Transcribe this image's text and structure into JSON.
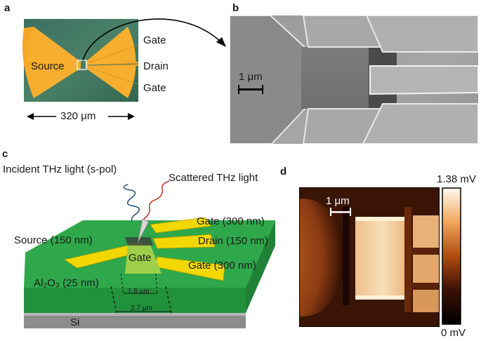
{
  "panels": {
    "a": {
      "letter": "a",
      "labels": {
        "source": "Source",
        "gate_top": "Gate",
        "drain": "Drain",
        "gate_bottom": "Gate"
      },
      "scale": "320 μm"
    },
    "b": {
      "letter": "b",
      "scale": "1 μm"
    },
    "c": {
      "letter": "c",
      "incident": "Incident THz light (s-pol)",
      "scattered": "Scattered THz light",
      "gate_300_top": "Gate (300 nm)",
      "source_150": "Source (150 nm)",
      "drain_150": "Drain (150 nm)",
      "gate_center": "Gate",
      "gate_300_bottom": "Gate (300 nm)",
      "al2o3": "Al₂O₃ (25 nm)",
      "si": "Si",
      "dim_inner": "1.8 μm",
      "dim_outer": "2.7 μm"
    },
    "d": {
      "letter": "d",
      "scale": "1 μm",
      "colorbar_max": "1.38 mV",
      "colorbar_min": "0 mV"
    }
  },
  "colors": {
    "gold": "#f5a623",
    "substrate_green": "#3e7a5a",
    "electrode_yellow": "#f2d800",
    "al2o3_green": "#27a647",
    "si_gray": "#9a9a9a",
    "thz_red": "#c0392b",
    "thz_blue": "#1f4e79"
  }
}
